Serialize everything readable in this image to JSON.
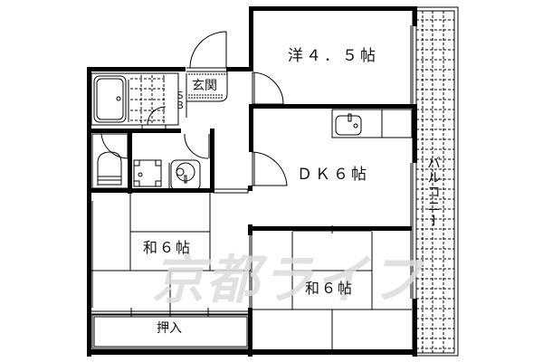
{
  "floor_plan": {
    "rooms": [
      {
        "id": "western_room",
        "label": "洋４．５帖",
        "type": "western-style room",
        "size_jo": 4.5
      },
      {
        "id": "dining_kitchen",
        "label": "ＤＫ６帖",
        "type": "dining kitchen",
        "size_jo": 6
      },
      {
        "id": "japanese_room_left",
        "label": "和６帖",
        "type": "japanese-style room",
        "size_jo": 6
      },
      {
        "id": "japanese_room_right",
        "label": "和６帖",
        "type": "japanese-style room",
        "size_jo": 6
      },
      {
        "id": "entrance",
        "label": "玄関",
        "type": "entrance"
      },
      {
        "id": "closet",
        "label": "押入",
        "type": "closet"
      },
      {
        "id": "balcony",
        "label": "バルコニー",
        "type": "balcony"
      },
      {
        "id": "shoe_box",
        "label": "SB",
        "type": "shoe box"
      }
    ],
    "fixtures": [
      "bathtub",
      "toilet",
      "washing-machine-space",
      "washbasin",
      "kitchen-sink"
    ],
    "watermark": "京都ライフ",
    "colors": {
      "wall": "#000000",
      "background": "#ffffff",
      "watermark": "#dcdcdc"
    }
  }
}
